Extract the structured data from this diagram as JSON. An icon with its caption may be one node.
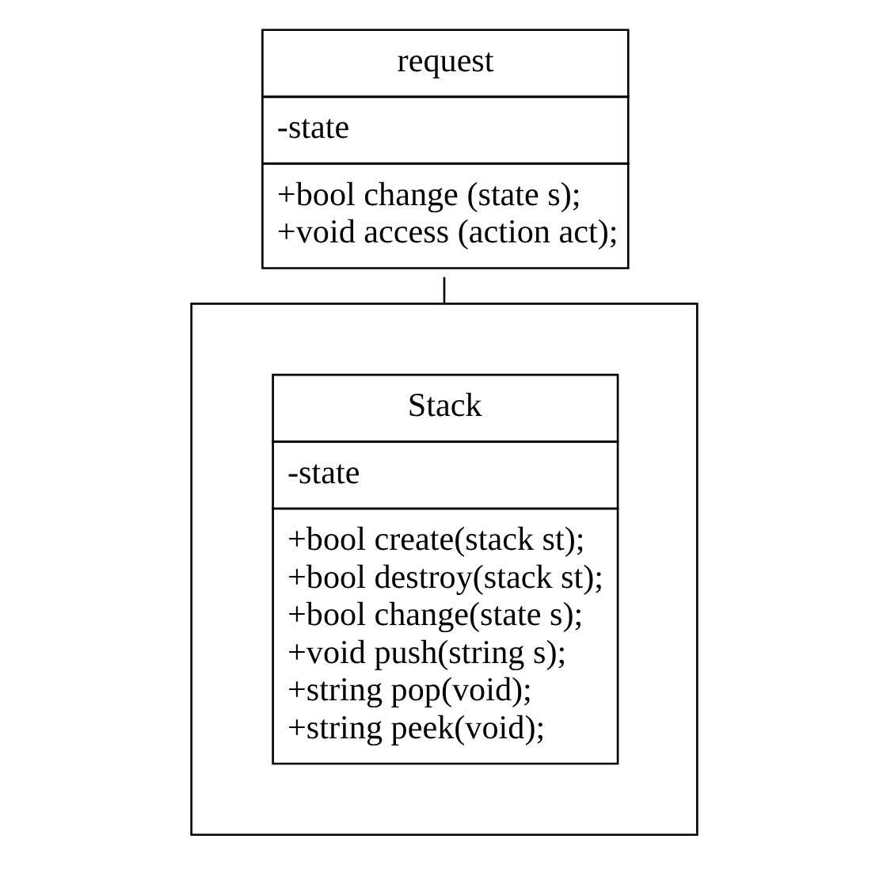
{
  "diagram": {
    "nodes": [
      {
        "text": [
          "request",
          "-state",
          "+bool change (state s);",
          "+void access (action act);"
        ]
      },
      {
        "text": [],
        "shape": "box"
      },
      {
        "text": [
          "Stack",
          "-state",
          "+bool create(stack st);",
          "+bool destroy(stack st);",
          "+bool change(state s);",
          "+void push(string s);",
          "+string pop(void);",
          "+string peek(void);"
        ],
        "in": 1
      }
    ],
    "edges": [
      {
        "from": 0,
        "to": 1,
        "arrow": "none"
      }
    ]
  }
}
